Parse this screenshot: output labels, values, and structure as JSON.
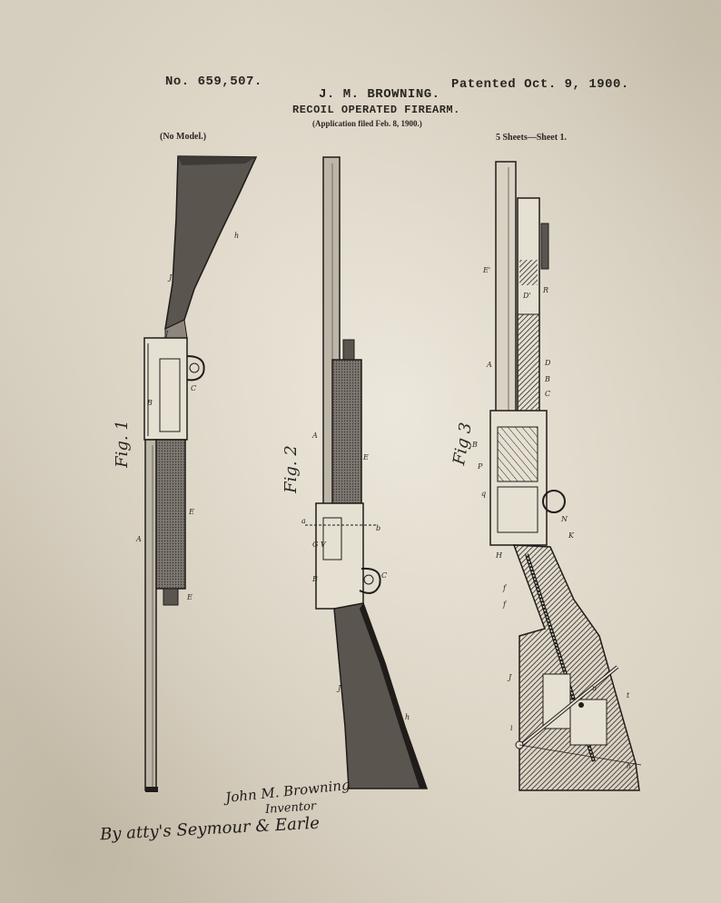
{
  "header": {
    "patent_number": "No. 659,507.",
    "patented_date": "Patented Oct. 9, 1900.",
    "inventor": "J. M. BROWNING.",
    "title": "RECOIL OPERATED FIREARM.",
    "application": "(Application filed Feb. 8, 1900.)",
    "model_note": "(No Model.)",
    "sheets": "5 Sheets—Sheet 1."
  },
  "figures": {
    "fig1_label": "Fig. 1",
    "fig2_label": "Fig. 2",
    "fig3_label": "Fig 3"
  },
  "signatures": {
    "inventor_name": "John M. Browning",
    "inventor_role": "Inventor",
    "attorney": "By atty's Seymour & Earle"
  },
  "colors": {
    "paper": "#d6cebe",
    "ink": "#2a2622",
    "shade": "#5a554f"
  }
}
